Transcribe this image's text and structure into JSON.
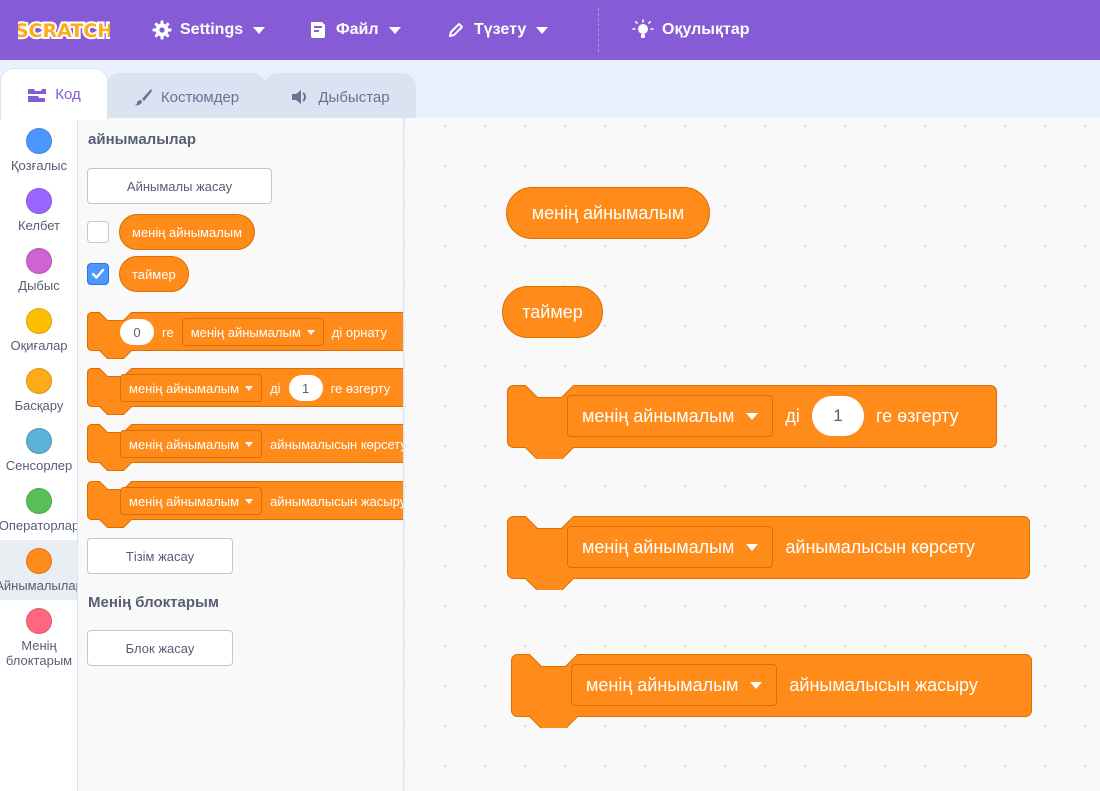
{
  "menu": {
    "logo": "SCRATCH",
    "settings": "Settings",
    "file": "Файл",
    "edit": "Түзету",
    "tutorials": "Оқулықтар"
  },
  "tabs": [
    {
      "label": "Код",
      "active": true
    },
    {
      "label": "Костюмдер",
      "active": false
    },
    {
      "label": "Дыбыстар",
      "active": false
    }
  ],
  "categories": [
    {
      "label": "Қозғалыс",
      "color": "#4c97ff"
    },
    {
      "label": "Келбет",
      "color": "#9966ff"
    },
    {
      "label": "Дыбыс",
      "color": "#cf63cf"
    },
    {
      "label": "Оқиғалар",
      "color": "#ffbf00"
    },
    {
      "label": "Басқару",
      "color": "#ffab19"
    },
    {
      "label": "Сенсорлер",
      "color": "#5cb1d6"
    },
    {
      "label": "Операторлар",
      "color": "#59c059"
    },
    {
      "label": "Айнымалылар",
      "color": "#ff8c1a"
    },
    {
      "label1": "Менің",
      "label2": "блоктарым",
      "color": "#ff6680"
    }
  ],
  "flyout": {
    "variables_title": "айнымалылар",
    "make_variable": "Айнымалы жасау",
    "var1": "менің айнымалым",
    "var2": "таймер",
    "set_block": {
      "value": "0",
      "ge": "ге",
      "var": "менің айнымалым",
      "tail": "ді орнату"
    },
    "change_block": {
      "var": "менің айнымалым",
      "di": "ді",
      "value": "1",
      "tail": "ге өзгерту"
    },
    "show_block": {
      "var": "менің айнымалым",
      "tail": "айнымалысын көрсету"
    },
    "hide_block": {
      "var": "менің айнымалым",
      "tail": "айнымалысын жасыру"
    },
    "make_list": "Тізім жасау",
    "my_blocks_title": "Менің блоктарым",
    "make_block": "Блок жасау"
  },
  "workspace": {
    "reporter1": "менің айнымалым",
    "reporter2": "таймер",
    "change_block": {
      "var": "менің айнымалым",
      "di": "ді",
      "value": "1",
      "tail": "ге өзгерту"
    },
    "show_block": {
      "var": "менің айнымалым",
      "tail": "айнымалысын көрсету"
    },
    "hide_block": {
      "var": "менің айнымалым",
      "tail": "айнымалысын жасыру"
    }
  },
  "colors": {
    "menubar": "#855cd6",
    "variables": "#ff8c1a",
    "variables_border": "#db6e00",
    "checkbox_checked": "#4c97ff"
  }
}
